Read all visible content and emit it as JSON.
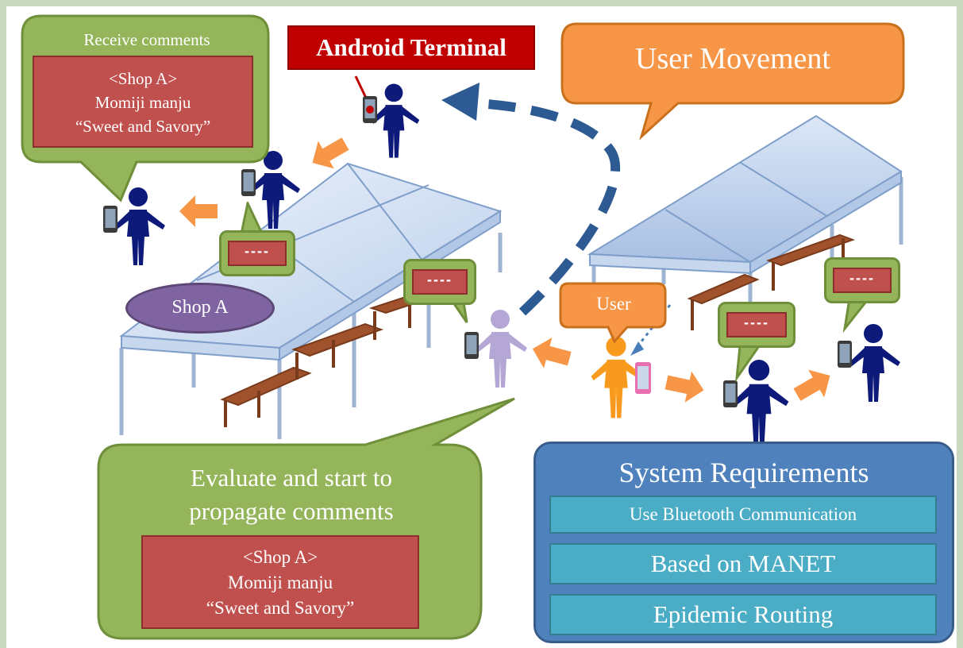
{
  "labels": {
    "android_terminal": "Android Terminal",
    "user_movement": "User Movement",
    "user": "User",
    "shop_a": "Shop A"
  },
  "receive_callout": {
    "title": "Receive comments",
    "card_line1": "<Shop A>",
    "card_line2": "Momiji manju",
    "card_line3": "“Sweet and Savory”"
  },
  "evaluate_callout": {
    "title_line1": "Evaluate and start to",
    "title_line2": "propagate comments",
    "card_line1": "<Shop A>",
    "card_line2": "Momiji manju",
    "card_line3": "“Sweet and Savory”"
  },
  "mini_comment": "----",
  "requirements": {
    "title": "System Requirements",
    "items": [
      "Use Bluetooth Communication",
      "Based on MANET",
      "Epidemic Routing"
    ]
  },
  "colors": {
    "person_navy": "#0d1a7a",
    "person_lavender": "#b4a7d6",
    "person_orange": "#f79a1e",
    "arrow_orange": "#f79646",
    "bubble_green": "#95b55a",
    "card_red": "#c0504d",
    "panel_blue": "#4f81bd",
    "item_teal": "#4bacc6",
    "label_red": "#c00000",
    "shop_purple": "#8064a2"
  }
}
